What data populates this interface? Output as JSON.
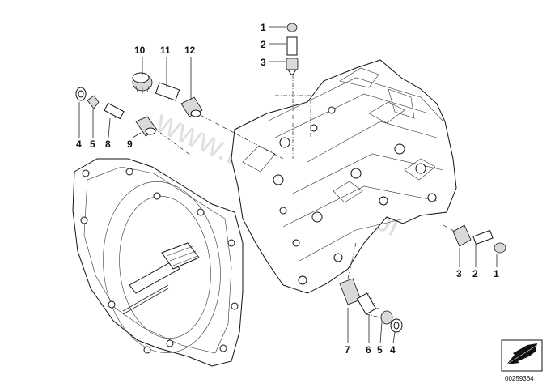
{
  "watermark": "www.BMWstore.pl",
  "reference_number": "00259364",
  "callouts": {
    "top_1": "1",
    "top_2": "2",
    "top_3": "3",
    "left_10": "10",
    "left_11": "11",
    "left_12": "12",
    "left_4": "4",
    "left_5": "5",
    "left_8": "8",
    "left_9": "9",
    "right_3": "3",
    "right_2": "2",
    "right_1": "1",
    "bottom_7": "7",
    "bottom_6": "6",
    "bottom_5": "5",
    "bottom_4": "4"
  }
}
